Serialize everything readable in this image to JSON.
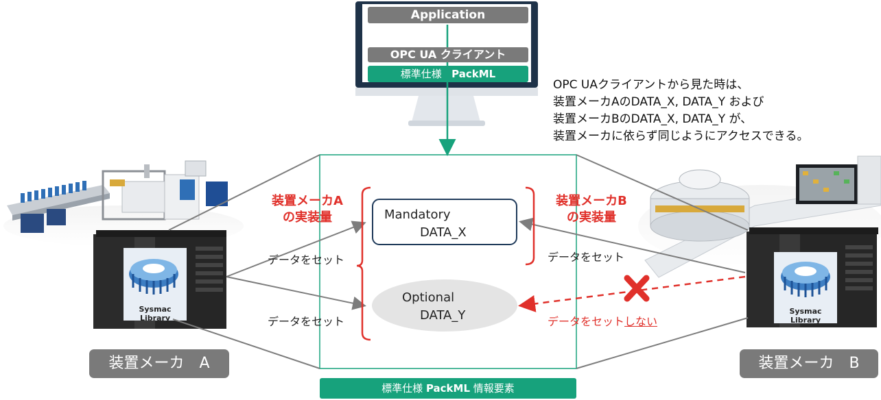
{
  "monitor": {
    "application": "Application",
    "opcua_client": "OPC UA クライアント",
    "packml_std_prefix": "標準仕様",
    "packml_std_name": "PackML"
  },
  "note_lines": [
    "OPC UAクライアントから見た時は、",
    "装置メーカAのDATA_X, DATA_Y および",
    "装置メーカBのDATA_X, DATA_Y が、",
    "装置メーカに依らず同じようにアクセスできる。"
  ],
  "maker_a": {
    "impl_line1": "装置メーカA",
    "impl_line2": "の実装量",
    "set_data_x": "データをセット",
    "set_data_y": "データをセット",
    "name": "装置メーカ　A",
    "library_label": "Sysmac Library"
  },
  "maker_b": {
    "impl_line1": "装置メーカB",
    "impl_line2": "の実装量",
    "set_data_x": "データをセット",
    "not_set_prefix": "データをセット",
    "not_set_suffix": "しない",
    "name": "装置メーカ　B",
    "library_label": "Sysmac Library"
  },
  "mandatory": {
    "title": "Mandatory",
    "item": "DATA_X"
  },
  "optional": {
    "title": "Optional",
    "item": "DATA_Y"
  },
  "std_box_label": {
    "prefix": "標準仕様 ",
    "name": "PackML",
    "suffix": " 情報要素"
  },
  "colors": {
    "teal": "#17a27c",
    "red": "#e0302a",
    "gray": "#7a7a7a",
    "navy": "#1f3a5a"
  }
}
